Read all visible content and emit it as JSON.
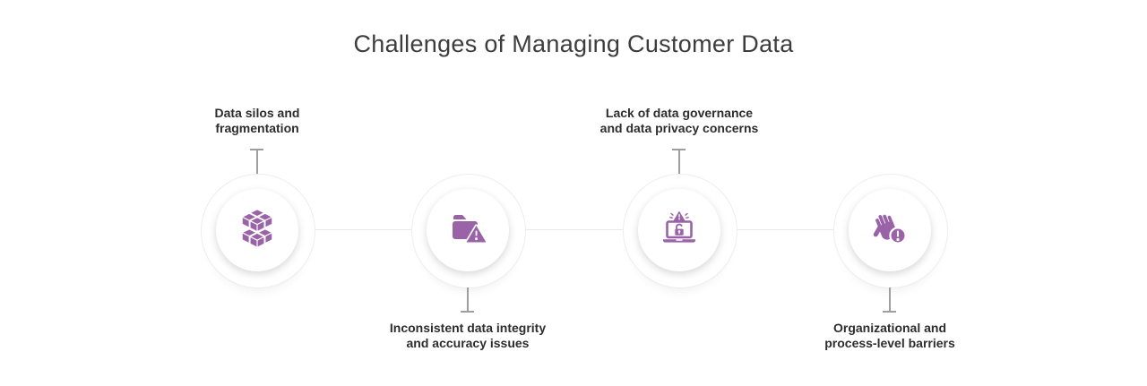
{
  "title": "Challenges of Managing Customer Data",
  "accent_color": "#9a63a8",
  "connector_color": "#9e9e9e",
  "baseline_color": "#e9e9e9",
  "nodes": [
    {
      "label": "Data silos and\nfragmentation",
      "label_position": "top",
      "icon": "data-cubes-icon"
    },
    {
      "label": "Inconsistent data integrity\nand accuracy issues",
      "label_position": "bottom",
      "icon": "folder-warning-icon"
    },
    {
      "label": "Lack of data governance\nand data privacy concerns",
      "label_position": "top",
      "icon": "laptop-security-alert-icon"
    },
    {
      "label": "Organizational and\nprocess-level barriers",
      "label_position": "bottom",
      "icon": "stop-hand-alert-icon"
    }
  ]
}
